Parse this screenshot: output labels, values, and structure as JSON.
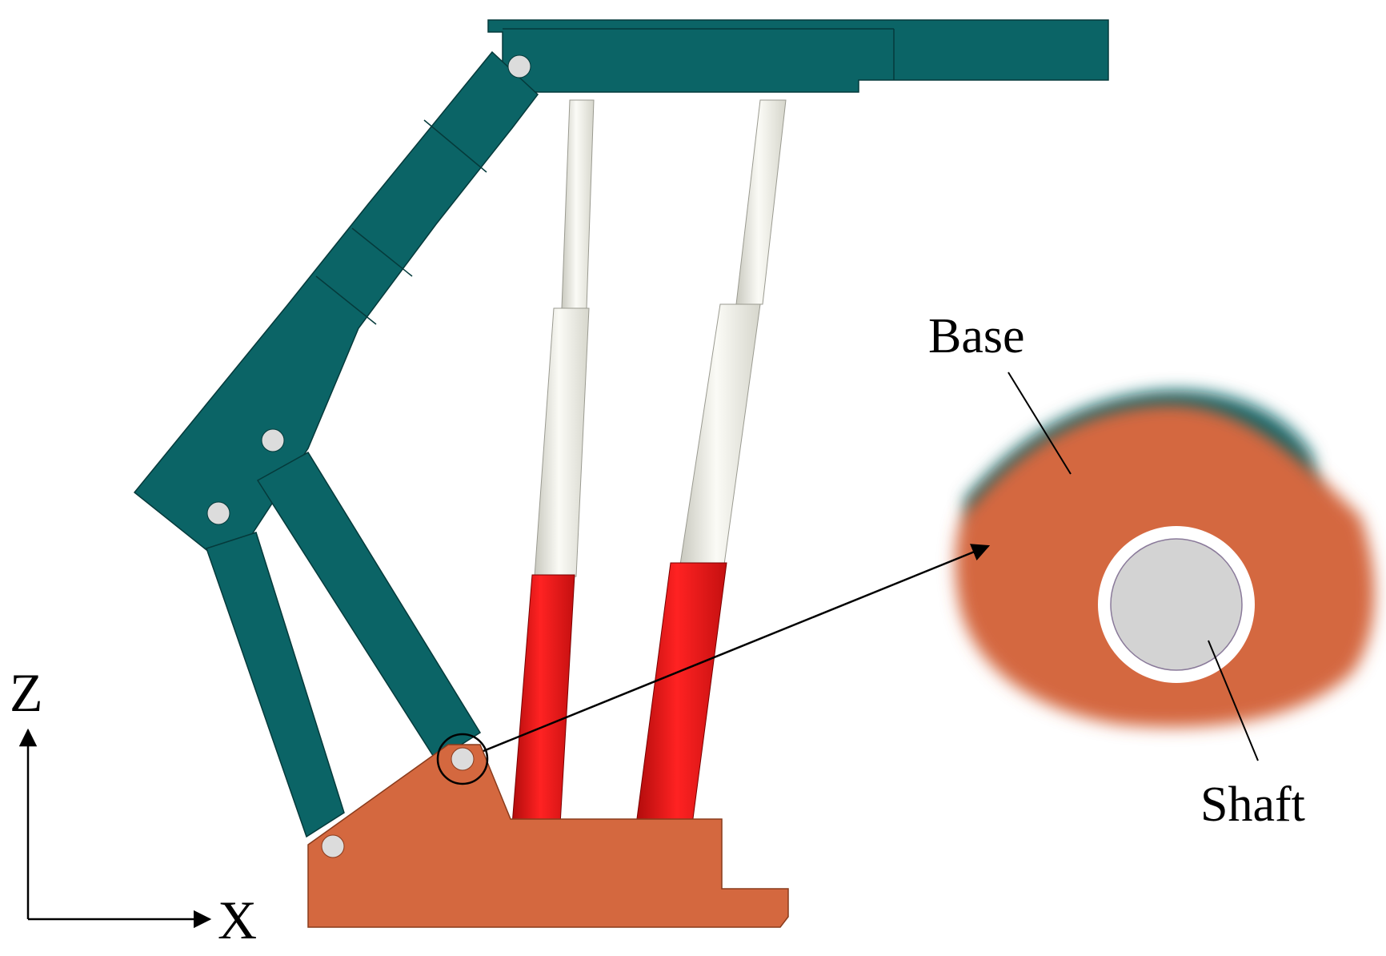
{
  "labels": {
    "base": "Base",
    "shaft": "Shaft",
    "axis_z": "Z",
    "axis_x": "X"
  },
  "colors": {
    "structure": "#0b6466",
    "base": "#d4683f",
    "cylinder": "#e01515",
    "piston_rod": "#eeeee6",
    "shaft": "#d3d3d3",
    "pin": "#dcdcdc",
    "line": "#000000"
  }
}
